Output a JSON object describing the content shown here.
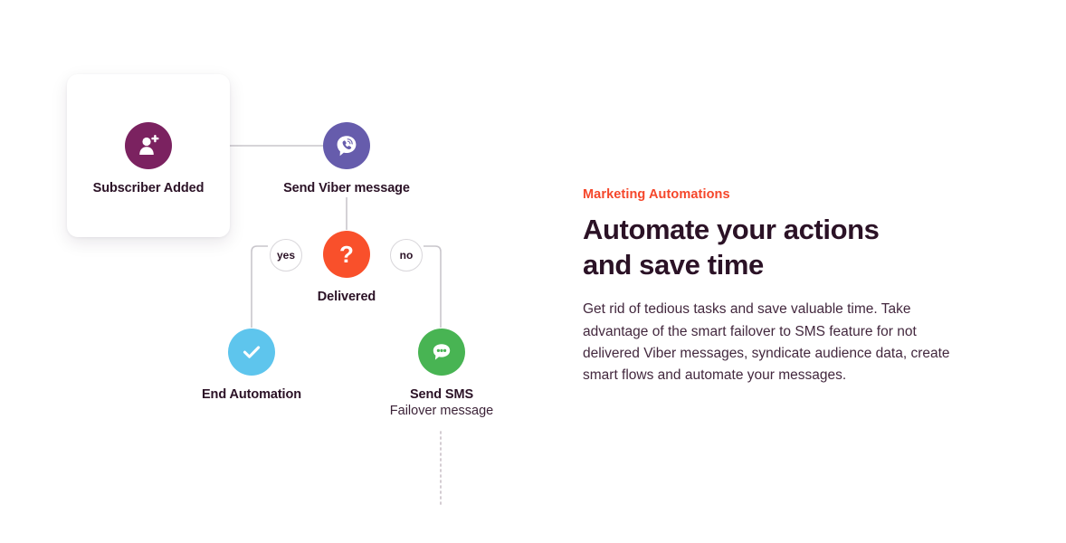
{
  "flow": {
    "nodes": [
      {
        "id": "subscriber",
        "label": "Subscriber Added",
        "icon": "user-plus-icon",
        "color": "#7b2260"
      },
      {
        "id": "viber",
        "label": "Send Viber message",
        "icon": "viber-icon",
        "color": "#665cac"
      },
      {
        "id": "delivered",
        "label": "Delivered",
        "icon": "question-mark-icon",
        "glyph": "?",
        "color": "#f9502b"
      },
      {
        "id": "end",
        "label": "End Automation",
        "icon": "check-icon",
        "color": "#5ec5ed"
      },
      {
        "id": "sms",
        "label": "Send SMS",
        "sublabel": "Failover message",
        "icon": "chat-bubble-icon",
        "color": "#48b453"
      }
    ],
    "branches": {
      "yes_label": "yes",
      "no_label": "no"
    },
    "connector_color": "#c9c6cc"
  },
  "copy": {
    "eyebrow": "Marketing Automations",
    "eyebrow_color": "#f5462a",
    "headline": "Automate your actions and save time",
    "body": "Get rid of tedious tasks and save valuable time. Take advantage of the smart failover to SMS feature for not delivered Viber messages, syndicate audience data, create smart flows and automate your messages."
  }
}
